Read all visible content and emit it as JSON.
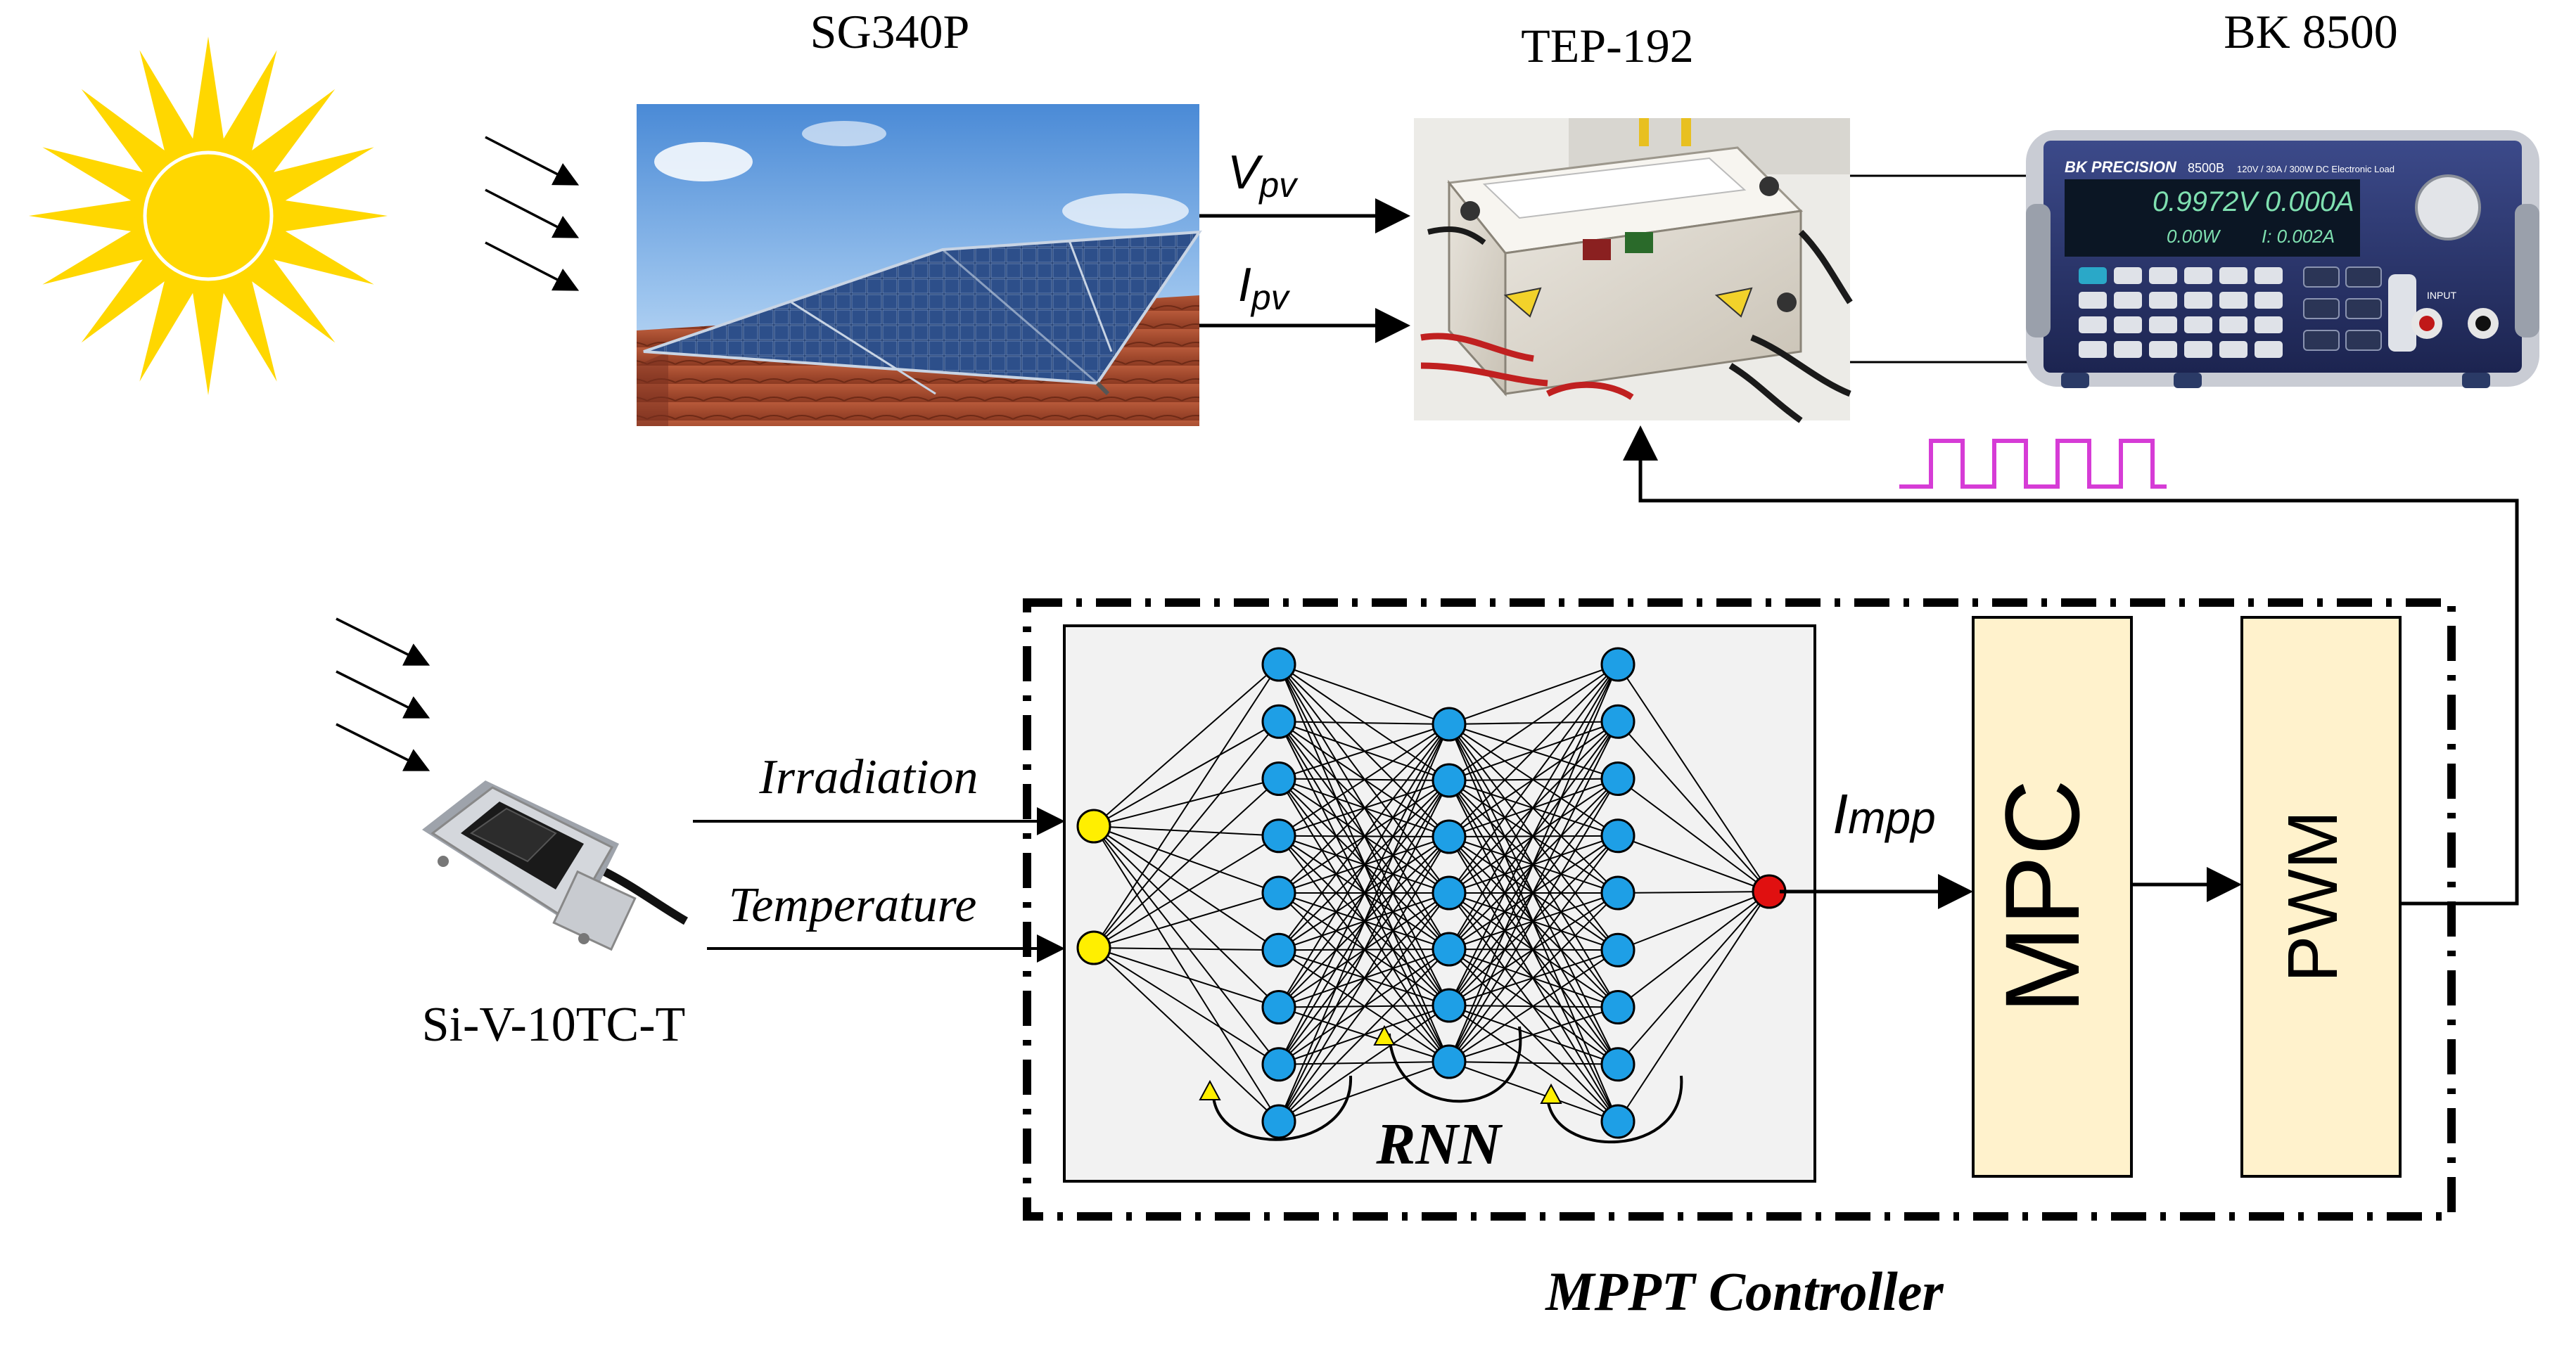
{
  "labels": {
    "panel_model": "SG340P",
    "converter_model": "TEP-192",
    "load_model": "BK 8500",
    "sensor_model": "Si-V-10TC-T",
    "vpv_main": "V",
    "vpv_sub": "pv",
    "ipv_main": "I",
    "ipv_sub": "pv",
    "irradiation": "Irradiation",
    "temperature": "Temperature",
    "rnn": "RNN",
    "impp_main": "I",
    "impp_sub": "mpp",
    "mpc": "MPC",
    "pwm": "PWM",
    "controller_title": "MPPT Controller"
  },
  "load_display": {
    "brand": "BK PRECISION",
    "model_no": "8500B",
    "spec": "120V / 30A / 300W  DC Electronic Load",
    "voltage": "0.9972V",
    "current": "0.000A",
    "power": "0.00W",
    "current_set": "I: 0.002A",
    "input_label": "INPUT"
  },
  "colors": {
    "sun": "#FFD700",
    "neuron": "#1E9FE6",
    "input_neuron": "#FFEF00",
    "output_neuron": "#E01010",
    "block_fill": "#FFF2CC",
    "rnn_bg": "#F2F2F2",
    "pwm_signal": "#D63CD6"
  },
  "network": {
    "layer_sizes": [
      2,
      9,
      7,
      9,
      1
    ]
  }
}
